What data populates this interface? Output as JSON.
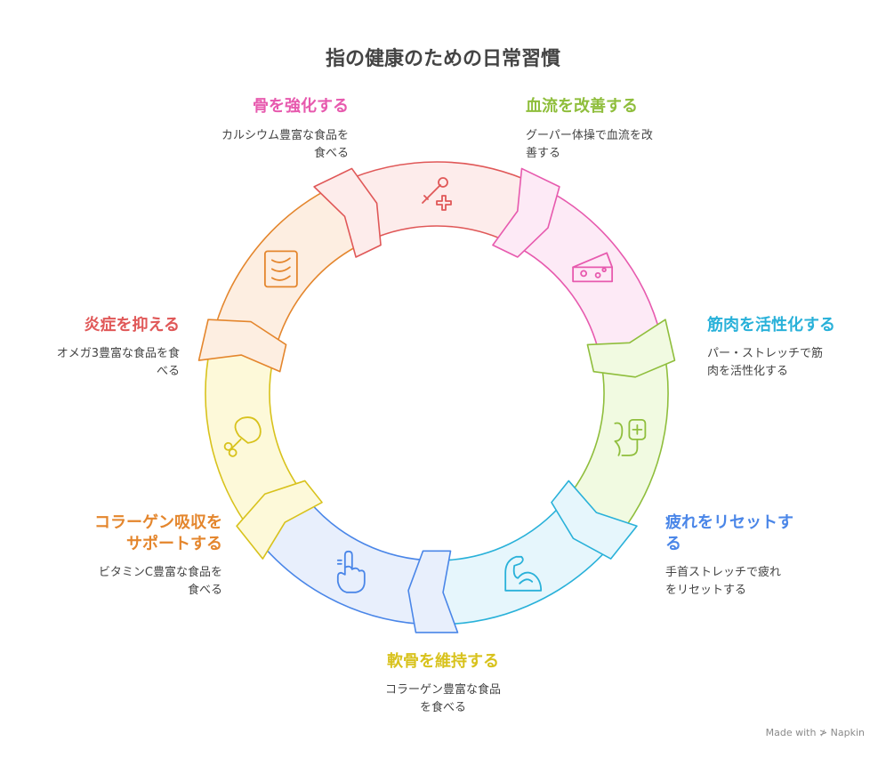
{
  "title": "指の健康のための日常習慣",
  "segments": [
    {
      "id": "bone",
      "title": "骨を強化する",
      "desc_lines": [
        "カルシウム豊富な食品を",
        "食べる"
      ],
      "color": "#e75aae",
      "fill": "#fdeaf6",
      "icon": "cheese-icon"
    },
    {
      "id": "blood",
      "title": "血流を改善する",
      "desc_lines": [
        "グーパー体操で血流を改",
        "善する"
      ],
      "color": "#8fbe3c",
      "fill": "#f1fae1",
      "icon": "iv-drip-icon"
    },
    {
      "id": "muscle",
      "title": "筋肉を活性化する",
      "desc_lines": [
        "パー・ストレッチで筋",
        "肉を活性化する"
      ],
      "color": "#29b1d9",
      "fill": "#e6f6fc",
      "icon": "flexed-arm-icon"
    },
    {
      "id": "fatigue",
      "title_lines": [
        "疲れをリセットす",
        "る"
      ],
      "desc_lines": [
        "手首ストレッチで疲れ",
        "をリセットする"
      ],
      "color": "#4a86e8",
      "fill": "#e8effc",
      "icon": "pointing-hand-icon"
    },
    {
      "id": "cartilage",
      "title": "軟骨を維持する",
      "desc_lines": [
        "コラーゲン豊富な食品",
        "を食べる"
      ],
      "color": "#d8c21c",
      "fill": "#fdf9d9",
      "icon": "chicken-leg-icon"
    },
    {
      "id": "collagen",
      "title_lines": [
        "コラーゲン吸収を",
        "サポートする"
      ],
      "desc_lines": [
        "ビタミンC豊富な食品を",
        "食べる"
      ],
      "color": "#e4862d",
      "fill": "#fdeee1",
      "icon": "chili-peppers-icon"
    },
    {
      "id": "inflammation",
      "title": "炎症を抑える",
      "desc_lines": [
        "オメガ3豊富な食品を食",
        "べる"
      ],
      "color": "#e05858",
      "fill": "#fdeceb",
      "icon": "medical-thermometer-icon"
    }
  ],
  "watermark": "Made with ≯ Napkin"
}
